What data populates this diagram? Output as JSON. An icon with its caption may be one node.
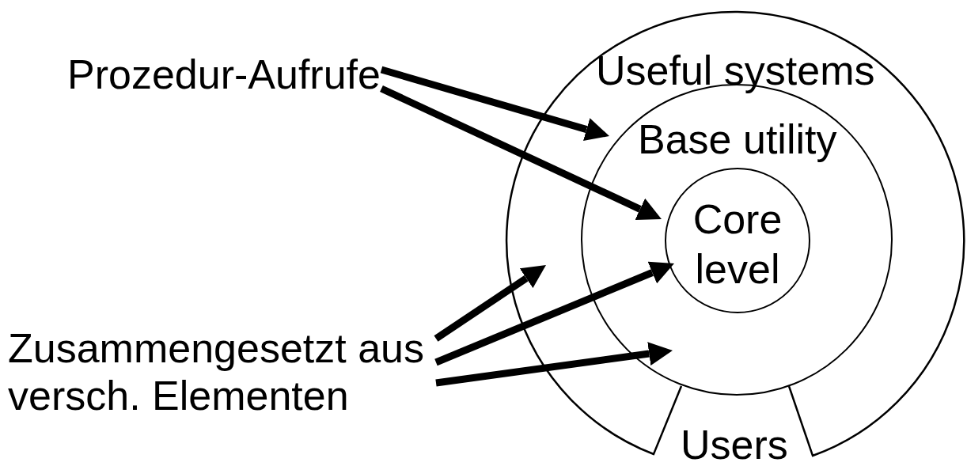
{
  "diagram": {
    "nodes": [
      {
        "text": [
          "Useful systems"
        ]
      },
      {
        "text": [
          "Base utility"
        ],
        "in": 0
      },
      {
        "text": [
          "Core level"
        ],
        "in": 1
      },
      {
        "text": [
          "Prozedur-Aufrufe"
        ]
      },
      {
        "text": [
          "Zusammengesetzt aus versch. Elementen"
        ]
      }
    ],
    "edges": [
      {
        "from": 3,
        "to": 1,
        "arrow": "to"
      },
      {
        "from": 3,
        "to": 2,
        "arrow": "to"
      },
      {
        "from": 4,
        "to": 0,
        "arrow": "to"
      },
      {
        "from": 4,
        "to": 2,
        "arrow": "to"
      },
      {
        "from": 4,
        "to": 1,
        "arrow": "to"
      }
    ],
    "labels": [
      "Users"
    ]
  }
}
